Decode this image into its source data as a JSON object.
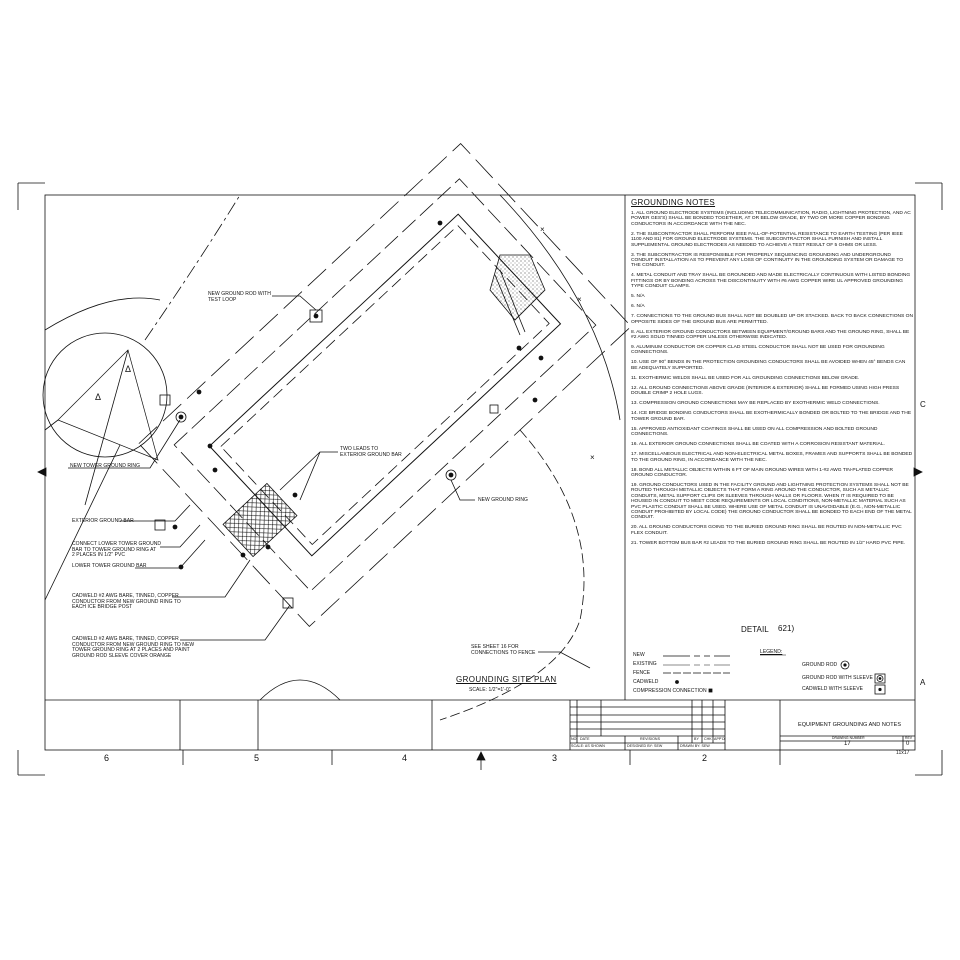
{
  "notes": {
    "title": "GROUNDING NOTES",
    "items": [
      "1. ALL GROUND ELECTRODE SYSTEMS (INCLUDING TELECOMMUNICATION, RADIO, LIGHTNING PROTECTION, AND AC POWER GES'S) SHALL BE BONDED TOGETHER, AT OR BELOW GRADE, BY TWO OR MORE COPPER BONDING CONDUCTORS IN ACCORDANCE WITH THE NEC.",
      "2. THE SUBCONTRACTOR SHALL PERFORM IEEE FALL-OF-POTENTIAL RESISTANCE TO EARTH TESTING (PER IEEE 1100 AND 81) FOR GROUND ELECTRODE SYSTEMS. THE SUBCONTRACTOR SHALL FURNISH AND INSTALL SUPPLEMENTAL GROUND ELECTRODES AS NEEDED TO ACHIEVE A TEST RESULT OF 5 OHMS OR LESS.",
      "3. THE SUBCONTRACTOR IS RESPONSIBLE FOR PROPERLY SEQUENCING GROUNDING AND UNDERGROUND CONDUIT INSTALLATION AS TO PREVENT ANY LOSS OF CONTINUITY IN THE GROUNDING SYSTEM OR DAMAGE TO THE CONDUIT.",
      "4. METAL CONDUIT AND TRAY SHALL BE GROUNDED AND MADE ELECTRICALLY CONTINUOUS WITH LISTED BONDING FITTINGS OR BY BONDING ACROSS THE DISCONTINUITY WITH #6 AWG COPPER WIRE UL APPROVED GROUNDING TYPE CONDUIT CLAMPS.",
      "5. N/A",
      "6. N/A",
      "7. CONNECTIONS TO THE GROUND BUS SHALL NOT BE DOUBLED UP OR STACKED.  BACK TO BACK CONNECTIONS ON OPPOSITE SIDES OF THE GROUND BUS ARE PERMITTED.",
      "8. ALL EXTERIOR GROUND CONDUCTORS BETWEEN EQUIPMENT/GROUND BARS AND THE GROUND RING, SHALL BE #2 AWG SOLID TINNED COPPER UNLESS OTHERWISE INDICATED.",
      "9. ALUMINUM CONDUCTOR OR COPPER CLAD STEEL CONDUCTOR SHALL NOT BE USED FOR GROUNDING CONNECTIONS.",
      "10. USE OF 90° BENDS IN THE PROTECTION GROUNDING CONDUCTORS SHALL BE AVOIDED WHEN 45° BENDS CAN BE ADEQUATELY SUPPORTED.",
      "11. EXOTHERMIC WELDS SHALL BE USED FOR ALL GROUNDING CONNECTIONS BELOW GRADE.",
      "12. ALL GROUND CONNECTIONS ABOVE GRADE (INTERIOR & EXTERIOR) SHALL BE FORMED USING HIGH PRESS DOUBLE CRIMP 2 HOLE LUGS.",
      "13. COMPRESSION GROUND CONNECTIONS MAY BE REPLACED BY EXOTHERMIC WELD CONNECTIONS.",
      "14. ICE BRIDGE BONDING CONDUCTORS SHALL BE EXOTHERMICALLY BONDED OR BOLTED TO THE BRIDGE AND THE TOWER GROUND BAR.",
      "15. APPROVED ANTIOXIDANT COATINGS SHALL BE USED ON ALL COMPRESSION AND BOLTED GROUND CONNECTIONS.",
      "16. ALL EXTERIOR GROUND CONNECTIONS SHALL BE COATED WITH A CORROSION RESISTANT MATERIAL.",
      "17. MISCELLANEOUS ELECTRICAL AND NON-ELECTRICAL METAL BOXES, FRAMES AND SUPPORTS SHALL BE BONDED TO THE GROUND RING, IN ACCORDANCE WITH THE NEC.",
      "18. BOND ALL METALLIC OBJECTS WITHIN 6 FT OF MAIN GROUND WIRES WITH 1-#2 AWG TIN-PLATED COPPER GROUND CONDUCTOR.",
      "19. GROUND CONDUCTORS USED IN THE FACILITY GROUND AND LIGHTNING PROTECTION SYSTEMS SHALL NOT BE ROUTED THROUGH METALLIC OBJECTS THAT FORM A RING AROUND THE CONDUCTOR, SUCH AS METALLIC CONDUITS, METAL SUPPORT CLIPS OR SLEEVES THROUGH WALLS OR FLOORS.  WHEN IT IS REQUIRED TO BE HOUSED IN CONDUIT TO MEET CODE REQUIREMENTS OR LOCAL CONDITIONS, NON-METALLIC MATERIAL SUCH AS PVC PLASTIC CONDUIT SHALL BE USED.  WHERE USE OF METAL CONDUIT IS UNAVOIDABLE (E.G., NON-METALLIC CONDUIT PROHIBITED BY LOCAL CODE) THE GROUND CONDUCTOR SHALL BE BONDED TO EACH END OF THE METAL CONDUIT.",
      "20. ALL GROUND CONDUCTORS GOING TO THE BURIED GROUND RING SHALL BE ROUTED IN NON-METALLIC PVC FLEX CONDUIT.",
      "21. TOWER BOTTOM BUS BAR #2 LEADS TO THE BURIED GROUND RING SHALL BE ROUTED IN 1/2\" HARD PVC PIPE."
    ]
  },
  "callouts": {
    "new_ground_rod_test_loop": "NEW GROUND ROD WITH\nTEST LOOP",
    "two_leads": "TWO LEADS TO\nEXTERIOR GROUND BAR",
    "new_tower_ground_ring": "NEW TOWER GROUND RING",
    "new_ground_ring": "NEW GROUND RING",
    "exterior_ground_bar": "EXTERIOR GROUND BAR",
    "connect_lower": "CONNECT LOWER TOWER GROUND\nBAR TO TOWER GROUND RING AT\n2 PLACES IN 1/2\" PVC",
    "lower_tower_ground_bar": "LOWER TOWER GROUND BAR",
    "cadweld_ice_bridge": "CADWELD #2 AWG BARE, TINNED, COPPER\nCONDUCTOR FROM NEW GROUND RING TO\nEACH ICE BRIDGE POST",
    "cadweld_tower": "CADWELD #2 AWG BARE, TINNED, COPPER\nCONDUCTOR FROM NEW GROUND RING TO NEW\nTOWER GROUND RING AT 2 PLACES AND PAINT\nGROUND ROD SLEEVE COVER ORANGE",
    "see_sheet": "SEE SHEET 16 FOR\nCONNECTIONS TO FENCE"
  },
  "plan": {
    "title": "GROUNDING SITE PLAN",
    "scale": "SCALE: 1/2\"=1'-0\""
  },
  "detail": {
    "label": "DETAIL",
    "number": "621)"
  },
  "legend": {
    "title": "LEGEND:",
    "new": "NEW",
    "existing": "EXISTING",
    "fence": "FENCE",
    "cadweld": "CADWELD",
    "compression": "COMPRESSION CONNECTION",
    "ground_rod": "GROUND ROD",
    "ground_rod_sleeve": "GROUND ROD WITH SLEEVE",
    "cadweld_sleeve": "CADWELD WITH SLEEVE"
  },
  "title_block": {
    "rev_headers": {
      "no": "NO.",
      "date": "DATE",
      "revisions": "REVISIONS",
      "by": "BY",
      "chk": "CHK",
      "appd": "APP'D"
    },
    "scale": "SCALE:  AS SHOWN",
    "designed": "DESIGNED BY:  SEW",
    "drawn": "DRAWN BY:  SEW",
    "sheet_title": "EQUIPMENT GROUNDING AND NOTES",
    "drawing_number_label": "DRAWING NUMBER",
    "rev_label": "REV",
    "drawing_number": "17",
    "rev": "0",
    "size": "11x17"
  },
  "grid": {
    "columns": [
      "6",
      "5",
      "4",
      "3",
      "2"
    ],
    "rows": [
      "C",
      "A"
    ]
  }
}
